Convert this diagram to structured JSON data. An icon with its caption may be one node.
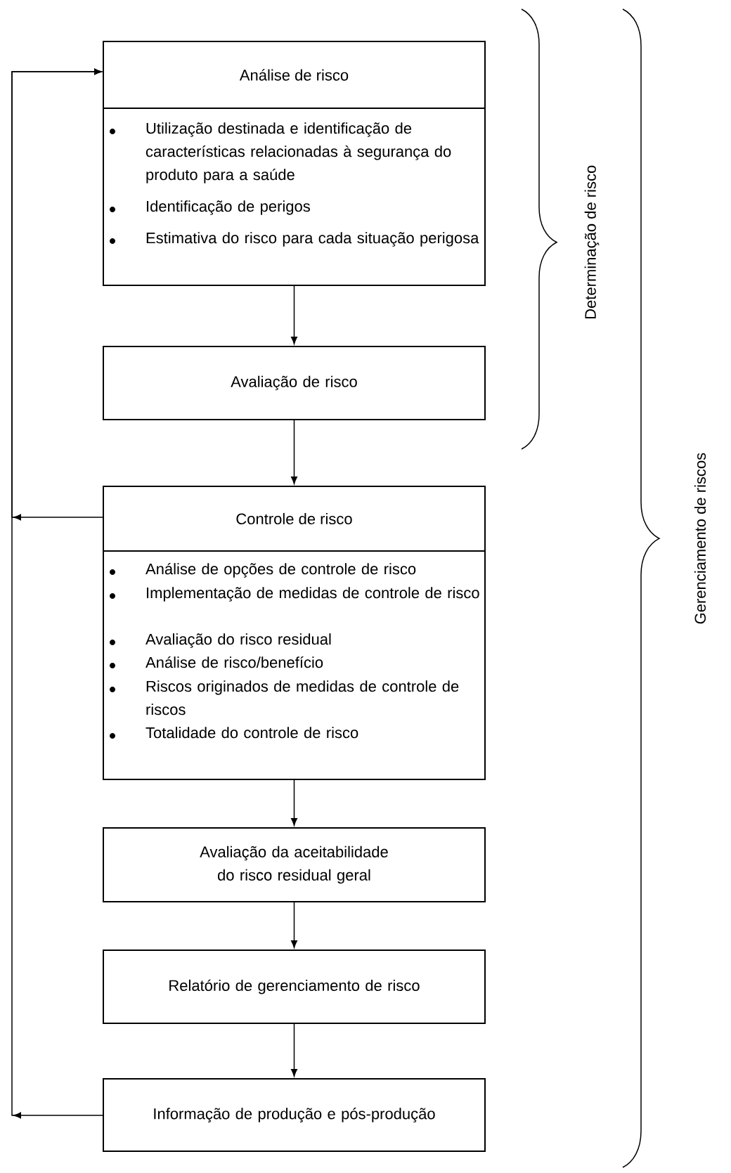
{
  "diagram": {
    "nodes": [
      {
        "text": [
          "Análise de risco",
          "Utilização destinada e identificação de características relacionadas à segurança do produto para a saúde",
          "Identificação de perigos",
          "Estimativa do risco para cada situação perigosa"
        ]
      },
      {
        "text": [
          "Avaliação de risco"
        ]
      },
      {
        "text": [
          "Controle de risco",
          "Análise de opções de controle de risco",
          "Implementação de medidas de controle de risco",
          "Avaliação do risco residual",
          "Análise de risco/benefício",
          "Riscos originados de medidas de controle de riscos",
          "Totalidade do controle de risco"
        ]
      },
      {
        "text": [
          "Avaliação da aceitabilidade do risco residual geral"
        ]
      },
      {
        "text": [
          "Relatório de gerenciamento de risco"
        ]
      },
      {
        "text": [
          "Informação de produção e pós-produção"
        ]
      }
    ],
    "edges": [
      {
        "from": 0,
        "to": 1,
        "arrow": "to"
      },
      {
        "from": 1,
        "to": 2,
        "arrow": "to"
      },
      {
        "from": 2,
        "to": 3,
        "arrow": "to"
      },
      {
        "from": 3,
        "to": 4,
        "arrow": "to"
      },
      {
        "from": 4,
        "to": 5,
        "arrow": "to"
      },
      {
        "from": 2,
        "to": 0,
        "arrow": "to"
      },
      {
        "from": 5,
        "to": 0,
        "arrow": "to"
      }
    ],
    "labels": [
      "Determinação de risco",
      "Gerenciamento de riscos"
    ]
  }
}
